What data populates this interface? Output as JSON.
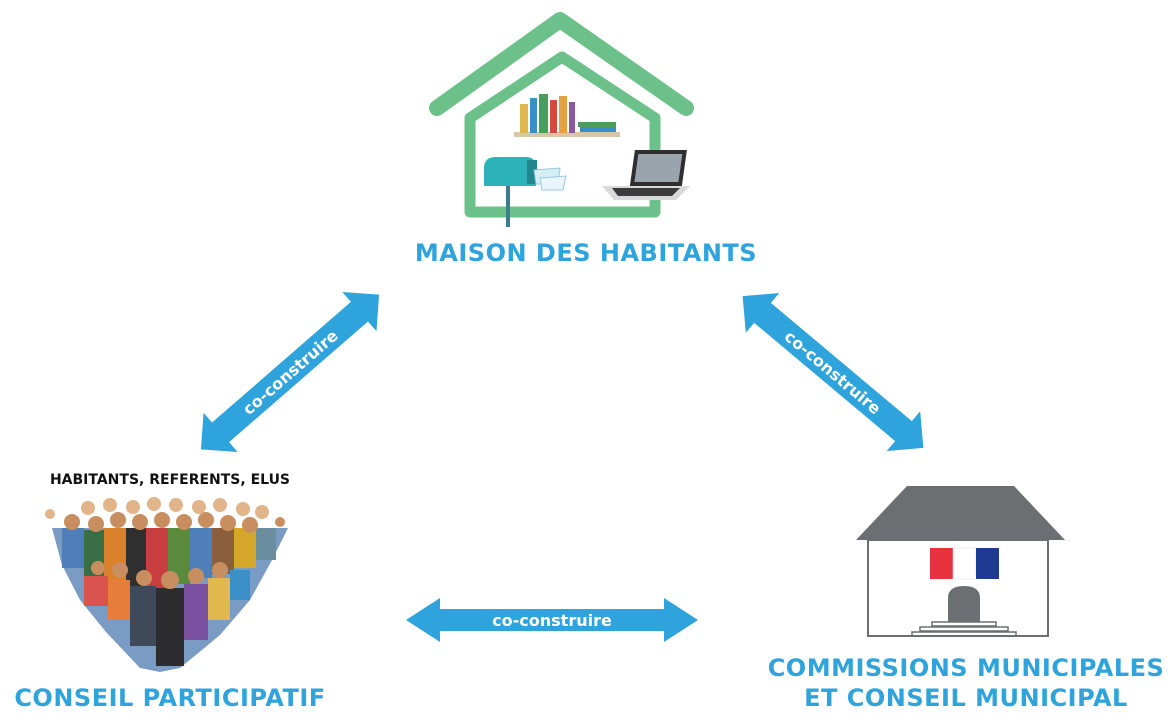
{
  "nodes": {
    "maison": {
      "label": "MAISON DES HABITANTS"
    },
    "conseil": {
      "label": "CONSEIL PARTICIPATIF",
      "sublabel": "HABITANTS, REFERENTS, ELUS"
    },
    "commissions": {
      "label_line1": "COMMISSIONS MUNICIPALES",
      "label_line2": "ET CONSEIL MUNICIPAL"
    }
  },
  "edges": {
    "left": {
      "label": "co-construire"
    },
    "right": {
      "label": "co-construire"
    },
    "bottom": {
      "label": "co-construire"
    }
  },
  "colors": {
    "accent": "#2ea3dc",
    "house_green": "#6cc08a",
    "roof_gray": "#6d6e71",
    "flag_blue": "#1f3a93",
    "flag_red": "#e8333f"
  }
}
